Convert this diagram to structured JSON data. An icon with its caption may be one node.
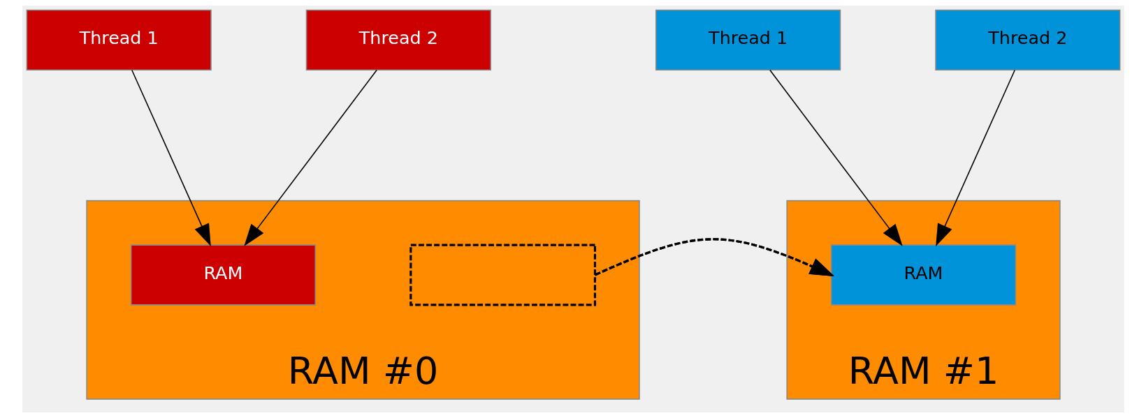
{
  "diagram": {
    "nodes": [
      {
        "text": [
          "Thread 1"
        ]
      },
      {
        "text": [
          "Thread 2"
        ]
      },
      {
        "text": [
          "Thread 1"
        ]
      },
      {
        "text": [
          "Thread 2"
        ]
      },
      {
        "text": [
          "RAM #0"
        ]
      },
      {
        "text": [
          "RAM"
        ],
        "in": 4
      },
      {
        "text": [],
        "shape": "box",
        "in": 4
      },
      {
        "text": [
          "RAM #1"
        ]
      },
      {
        "text": [
          "RAM"
        ],
        "in": 7
      }
    ],
    "edges": [
      {
        "from": 0,
        "to": 5,
        "arrow": "to"
      },
      {
        "from": 1,
        "to": 5,
        "arrow": "to"
      },
      {
        "from": 2,
        "to": 8,
        "arrow": "to"
      },
      {
        "from": 3,
        "to": 8,
        "arrow": "to"
      },
      {
        "from": 6,
        "to": 8,
        "arrow": "to",
        "style": "dashed"
      }
    ]
  }
}
